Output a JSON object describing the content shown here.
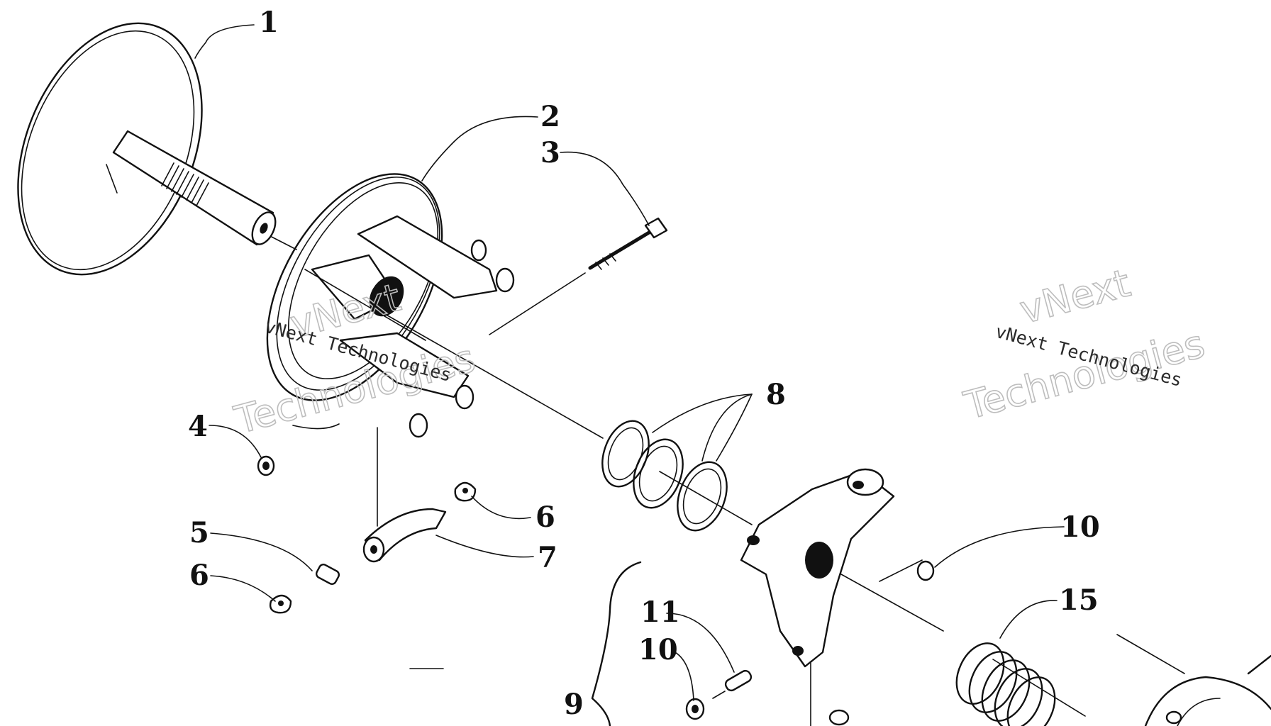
{
  "diagram": {
    "callouts": [
      {
        "id": "c1",
        "label": "1"
      },
      {
        "id": "c2",
        "label": "2"
      },
      {
        "id": "c3",
        "label": "3"
      },
      {
        "id": "c4",
        "label": "4"
      },
      {
        "id": "c5",
        "label": "5"
      },
      {
        "id": "c6a",
        "label": "6"
      },
      {
        "id": "c6b",
        "label": "6"
      },
      {
        "id": "c7",
        "label": "7"
      },
      {
        "id": "c8",
        "label": "8"
      },
      {
        "id": "c9",
        "label": "9"
      },
      {
        "id": "c10a",
        "label": "10"
      },
      {
        "id": "c10b",
        "label": "10"
      },
      {
        "id": "c11",
        "label": "11"
      },
      {
        "id": "c15",
        "label": "15"
      }
    ]
  },
  "watermark": {
    "brand": "vNext",
    "company": "Technologies",
    "full": "vNext Technologies"
  }
}
